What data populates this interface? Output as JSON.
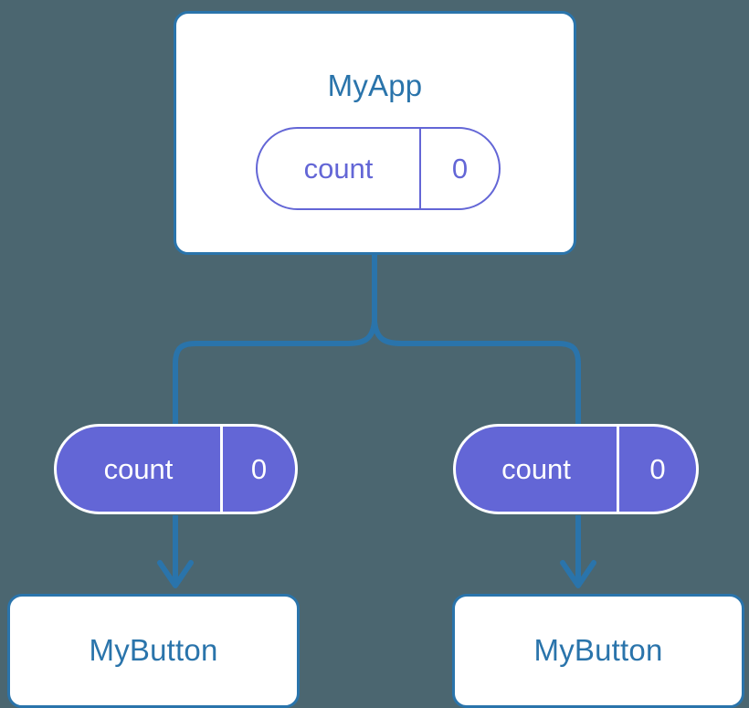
{
  "diagram": {
    "title": "React component state propagation tree",
    "background_color": "#4b6670",
    "line_color": "#2a74ab",
    "component_border_color": "#2a74ab",
    "component_fill_color": "#ffffff",
    "component_text_color": "#2a74ab",
    "state_accent_color": "#6366d6",
    "state_filled_text_color": "#ffffff"
  },
  "root": {
    "component_name": "MyApp",
    "state": {
      "key": "count",
      "value": "0"
    }
  },
  "branches": [
    {
      "state": {
        "key": "count",
        "value": "0"
      },
      "component_name": "MyButton"
    },
    {
      "state": {
        "key": "count",
        "value": "0"
      },
      "component_name": "MyButton"
    }
  ]
}
